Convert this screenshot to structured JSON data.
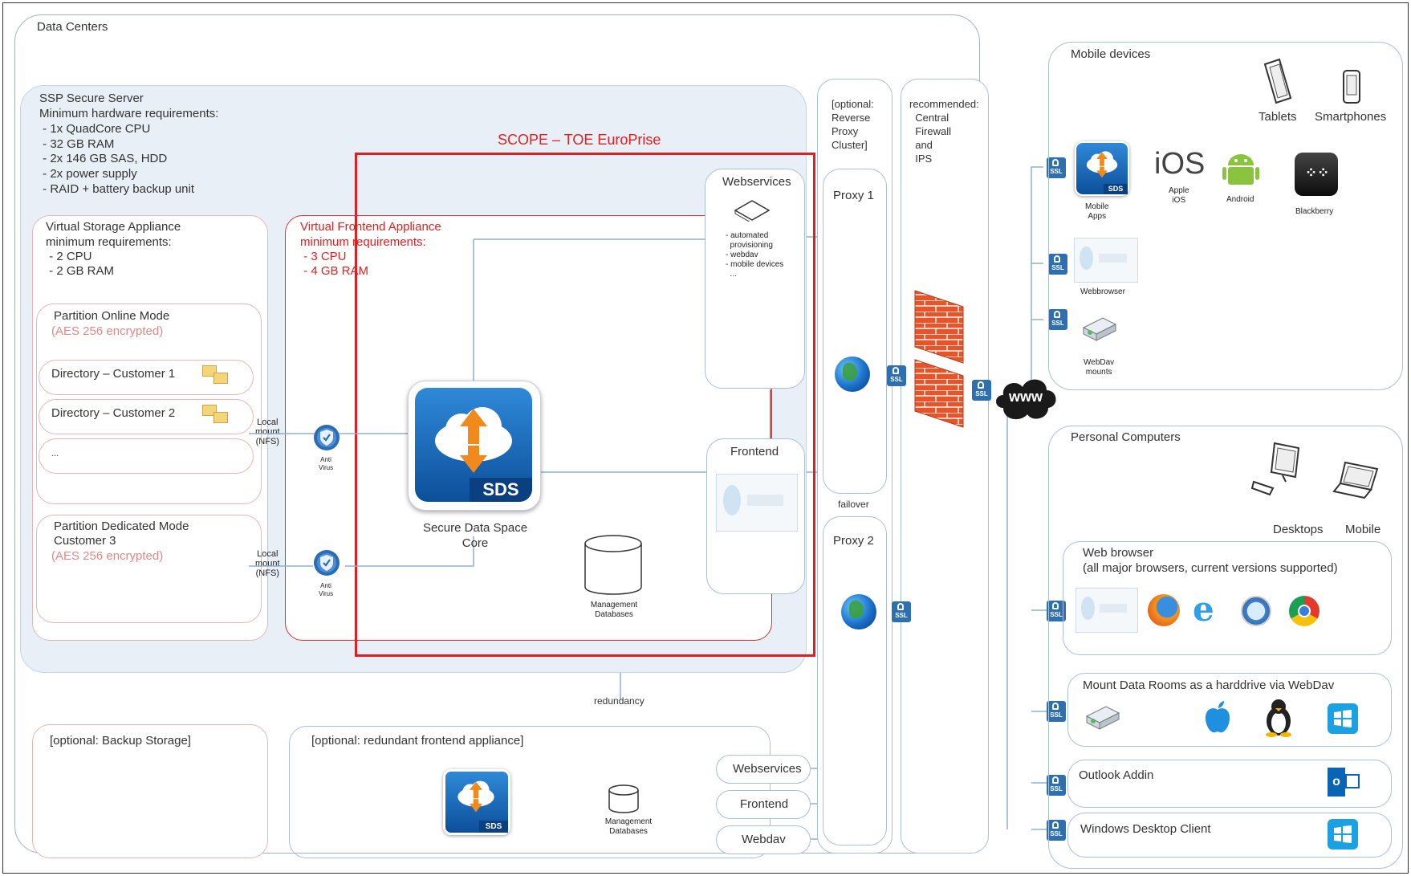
{
  "data_centers": {
    "title": "Data Centers",
    "ssp": {
      "lines": [
        "SSP Secure Server",
        "Minimum hardware requirements:",
        " - 1x QuadCore CPU",
        " - 32 GB RAM",
        " - 2x 146 GB SAS, HDD",
        " - 2x power supply",
        " - RAID + battery backup unit"
      ]
    },
    "scope_label": "SCOPE – TOE EuroPrise",
    "vsa": {
      "lines": [
        "Virtual Storage Appliance",
        "minimum requirements:",
        " - 2 CPU",
        " - 2 GB RAM"
      ],
      "partition_online": "Partition Online Mode",
      "partition_online_enc": "(AES 256 encrypted)",
      "dir1": "Directory – Customer 1",
      "dir2": "Directory – Customer 2",
      "dir3": "...",
      "partition_dedicated": "Partition Dedicated Mode",
      "partition_dedicated_cust": "Customer 3",
      "partition_dedicated_enc": "(AES 256 encrypted)"
    },
    "vfa": {
      "lines": [
        "Virtual Frontend Appliance",
        "minimum requirements:",
        " - 3 CPU",
        " - 4 GB RAM"
      ]
    },
    "mount1": "Local\nmount\n(NFS)",
    "mount2": "Local\nmount\n(NFS)",
    "antivirus1": "Anti\nVirus",
    "antivirus2": "Anti\nVirus",
    "sds_label": "SDS",
    "core_label": "Secure Data Space\nCore",
    "mgmt_db": "Management\nDatabases",
    "webservices": {
      "title": "Webservices",
      "items": "- automated\n  provisioning\n- webdav\n- mobile devices\n  ..."
    },
    "frontend": "Frontend",
    "redundancy": "redundancy",
    "backup": "[optional: Backup Storage]",
    "redundant": {
      "title": "[optional: redundant frontend appliance]",
      "sds_label": "SDS",
      "mgmt_db": "Management\nDatabases",
      "webservices": "Webservices",
      "frontend": "Frontend",
      "webdav": "Webdav"
    }
  },
  "proxy_cluster": {
    "title": "[optional:\nReverse\nProxy\nCluster]",
    "proxy1": "Proxy 1",
    "proxy2": "Proxy 2",
    "failover": "failover"
  },
  "firewall": {
    "title": "recommended:\n  Central\n  Firewall\n  and\n  IPS"
  },
  "ssl_label": "SSL",
  "www_label": "www",
  "mobile": {
    "title": "Mobile devices",
    "tablets": "Tablets",
    "smartphones": "Smartphones",
    "mobile_apps": "Mobile\nApps",
    "ios_text": "iOS",
    "apple_ios": "Apple\niOS",
    "android": "Android",
    "blackberry": "Blackberry",
    "webbrowser": "Webbrowser",
    "webdav_mounts": "WebDav\nmounts"
  },
  "pc": {
    "title": "Personal Computers",
    "desktops": "Desktops",
    "mobile": "Mobile",
    "web_browser": "Web browser\n(all major browsers, current versions supported)",
    "mount": "Mount Data Rooms as a harddrive via WebDav",
    "outlook": "Outlook Addin",
    "windows_client": "Windows Desktop Client"
  },
  "colors": {
    "box_border": "#a9bfd6",
    "scope_red": "#e02020",
    "ssl_blue": "#2e6fb0"
  }
}
